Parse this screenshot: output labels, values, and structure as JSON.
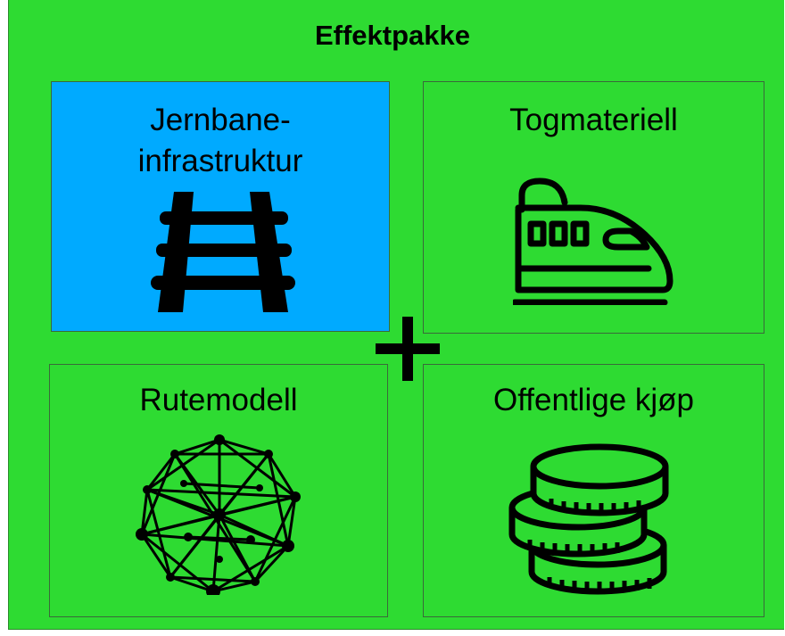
{
  "title": "Effektpakke",
  "boxes": {
    "infrastructure": {
      "line1": "Jernbane-",
      "line2": "infrastruktur",
      "icon": "railway-track-icon",
      "color": "#00aaff"
    },
    "rolling_stock": {
      "label": "Togmateriell",
      "icon": "train-icon"
    },
    "route_model": {
      "label": "Rutemodell",
      "icon": "network-icon"
    },
    "public_purchase": {
      "label": "Offentlige kjøp",
      "icon": "coins-icon"
    }
  },
  "operator": "plus-icon",
  "colors": {
    "background": "#2edb32",
    "highlight": "#00aaff"
  }
}
